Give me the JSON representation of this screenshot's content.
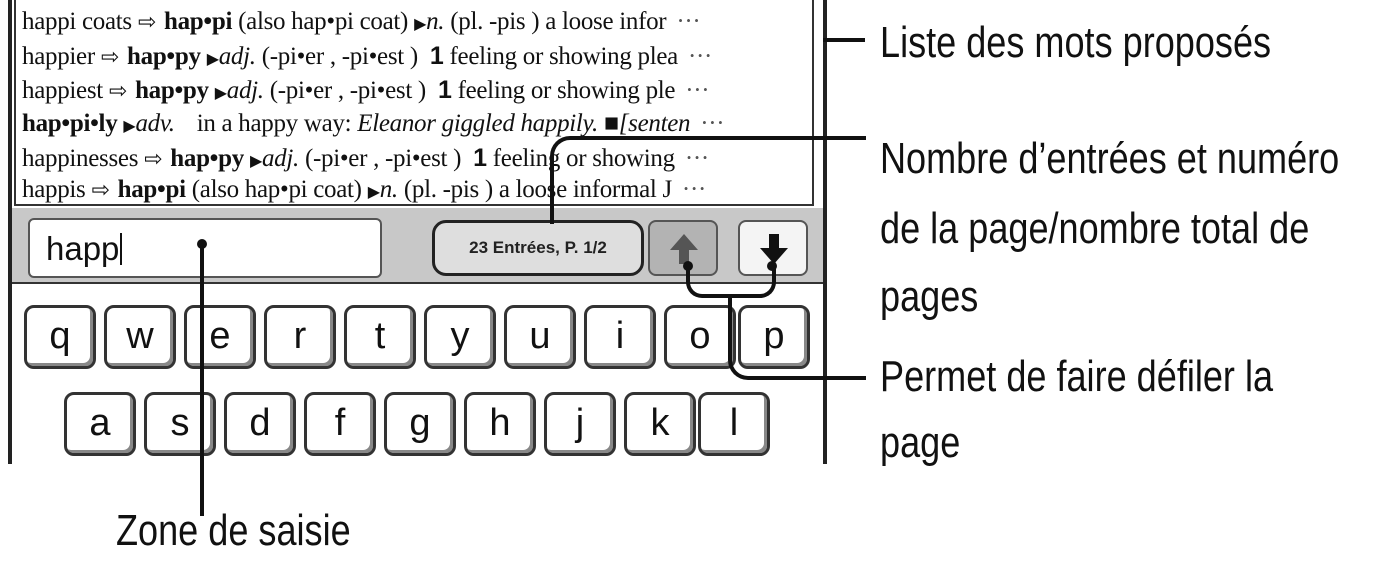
{
  "word_list": {
    "rows": [
      {
        "head": "happi coats",
        "ref": "hap•pi",
        "rest": "(also hap•pi coat)",
        "pos": "n.",
        "def": "(pl.  -pis )  a loose infor"
      },
      {
        "head": "happier",
        "ref": "hap•py",
        "rest": "",
        "pos": "adj.",
        "def": "(-pi•er , -pi•est )",
        "num": "1",
        "tail": "feeling or showing plea"
      },
      {
        "head": "happiest",
        "ref": "hap•py",
        "rest": "",
        "pos": "adj.",
        "def": "(-pi•er , -pi•est )",
        "num": "1",
        "tail": "feeling or showing ple"
      },
      {
        "head": "hap•pi•ly",
        "pos": "adv.",
        "def": "in a happy way:",
        "example": "Eleanor giggled happily.",
        "tail": "■[senten"
      },
      {
        "head": "happinesses",
        "ref": "hap•py",
        "rest": "",
        "pos": "adj.",
        "def": "(-pi•er , -pi•est )",
        "num": "1",
        "tail": "feeling or showing"
      },
      {
        "head": "happis",
        "ref": "hap•pi",
        "rest": "(also hap•pi coat)",
        "pos": "n.",
        "def": "(pl.  -pis )  a loose informal J"
      }
    ],
    "ellipsis": "···"
  },
  "input_bar": {
    "search_value": "happ",
    "count_label": "23 Entrées, P. 1/2",
    "scroll_up_icon": "arrow-up-icon",
    "scroll_down_icon": "arrow-down-icon"
  },
  "keyboard": {
    "row1": [
      "q",
      "w",
      "e",
      "r",
      "t",
      "y",
      "u",
      "i",
      "o",
      "p"
    ],
    "row2": [
      "a",
      "s",
      "d",
      "f",
      "g",
      "h",
      "j",
      "k",
      "l"
    ]
  },
  "callouts": {
    "word_list": "Liste des mots proposés",
    "count_line1": "Nombre d’entrées et numéro",
    "count_line2": "de la page/nombre total de",
    "count_line3": "pages",
    "scroll_line1": "Permet de faire défiler la",
    "scroll_line2": "page",
    "input": "Zone de saisie"
  }
}
